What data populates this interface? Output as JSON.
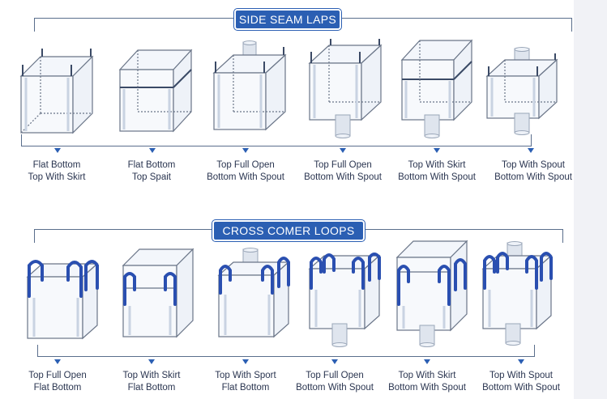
{
  "sections": [
    {
      "title": "SIDE SEAM LAPS",
      "items": [
        {
          "line1": "Flat Bottom",
          "line2": "Top With Skirt"
        },
        {
          "line1": "Flat Bottom",
          "line2": "Top Spait"
        },
        {
          "line1": "Top Full Open",
          "line2": "Bottom With Spout"
        },
        {
          "line1": "Top Full Open",
          "line2": "Bottom With Spout"
        },
        {
          "line1": "Top With Skirt",
          "line2": "Bottom With Spout"
        },
        {
          "line1": "Top With Spout",
          "line2": "Bottom With Spout"
        }
      ]
    },
    {
      "title": "CROSS COMER LOOPS",
      "items": [
        {
          "line1": "Top Full Open",
          "line2": "Flat Bottom"
        },
        {
          "line1": "Top With Skirt",
          "line2": "Flat Bottom"
        },
        {
          "line1": "Top With Sport",
          "line2": "Flat Bottom"
        },
        {
          "line1": "Top Full Open",
          "line2": "Bottom With Spout"
        },
        {
          "line1": "Top With Skirt",
          "line2": "Bottom With Spout"
        },
        {
          "line1": "Top With Spout",
          "line2": "Bottom With Spout"
        }
      ]
    }
  ],
  "colors": {
    "accent": "#2b5fb3",
    "line": "#5a6e8c",
    "loop": "#2a4fb0"
  }
}
